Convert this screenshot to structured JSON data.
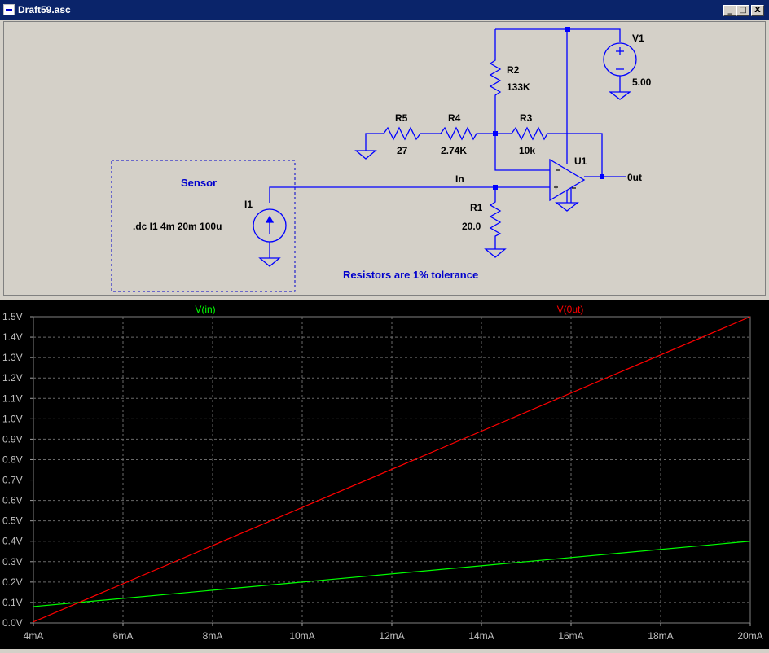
{
  "window": {
    "title": "Draft59.asc",
    "buttons": {
      "minimize": "_",
      "restore": "□",
      "close": "X"
    }
  },
  "schematic": {
    "colors": {
      "wire": "#0000ff",
      "text": "#000000",
      "annotation": "#0000cc",
      "background": "#d4d0c8"
    },
    "components": {
      "v1": {
        "name": "V1",
        "value": "5.00"
      },
      "r2": {
        "name": "R2",
        "value": "133K"
      },
      "r5": {
        "name": "R5",
        "value": "27"
      },
      "r4": {
        "name": "R4",
        "value": "2.74K"
      },
      "r3": {
        "name": "R3",
        "value": "10k"
      },
      "u1": {
        "name": "U1"
      },
      "r1": {
        "name": "R1",
        "value": "20.0"
      },
      "i1": {
        "name": "I1",
        "directive": ".dc I1 4m 20m 100u"
      }
    },
    "net_labels": {
      "in": "In",
      "out": "0ut"
    },
    "sensor_label": "Sensor",
    "note": "Resistors are 1% tolerance"
  },
  "chart_data": {
    "type": "line",
    "xlabel": "",
    "ylabel": "",
    "xlim": [
      4,
      20
    ],
    "ylim": [
      0.0,
      1.5
    ],
    "x_ticks": [
      "4mA",
      "6mA",
      "8mA",
      "10mA",
      "12mA",
      "14mA",
      "16mA",
      "18mA",
      "20mA"
    ],
    "y_ticks": [
      "0.0V",
      "0.1V",
      "0.2V",
      "0.3V",
      "0.4V",
      "0.5V",
      "0.6V",
      "0.7V",
      "0.8V",
      "0.9V",
      "1.0V",
      "1.1V",
      "1.2V",
      "1.3V",
      "1.4V",
      "1.5V"
    ],
    "grid": true,
    "legend": "top",
    "series": [
      {
        "name": "V(in)",
        "color": "#00ff00",
        "x": [
          4,
          20
        ],
        "y": [
          0.08,
          0.4
        ]
      },
      {
        "name": "V(0ut)",
        "color": "#ff0000",
        "x": [
          4,
          20
        ],
        "y": [
          0.005,
          1.5
        ]
      }
    ]
  }
}
